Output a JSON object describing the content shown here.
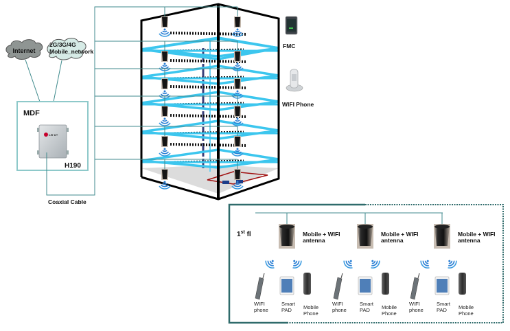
{
  "clouds": [
    {
      "label": "Internet",
      "fill": "#8f9593"
    },
    {
      "label_line1": "2G/3G/4G",
      "label_line2": "Mobile_network",
      "fill": "#d6ebe6"
    }
  ],
  "mdf": {
    "title": "MDF",
    "device_label": "H190",
    "device_brand": "LG U+",
    "cable_label": "Coaxial Cable"
  },
  "legend_devices": [
    {
      "label": "FMC",
      "icon": "fmc-smartphone-icon"
    },
    {
      "label": "WIFI Phone",
      "icon": "wifi-desk-phone-icon"
    }
  ],
  "building": {
    "floors": 6,
    "antennas_per_floor": 2
  },
  "floor_detail": {
    "floor_label_main": "1",
    "floor_label_sup": "st",
    "floor_label_suffix": " fl",
    "antenna_groups": [
      {
        "antenna_label_line1": "Mobile + WIFI",
        "antenna_label_line2": "antenna",
        "devices": [
          {
            "line1": "WIFI",
            "line2": "phone",
            "icon": "wifi-phone-icon"
          },
          {
            "line1": "Smart",
            "line2": "PAD",
            "icon": "tablet-icon"
          },
          {
            "line1": "Mobile",
            "line2": "Phone",
            "icon": "mobile-phone-icon"
          }
        ]
      },
      {
        "antenna_label_line1": "Mobile + WIFI",
        "antenna_label_line2": "antenna",
        "devices": [
          {
            "line1": "WIFI",
            "line2": "phone",
            "icon": "wifi-phone-icon"
          },
          {
            "line1": "Smart",
            "line2": "PAD",
            "icon": "tablet-icon"
          },
          {
            "line1": "Mobile",
            "line2": "Phone",
            "icon": "mobile-phone-icon"
          }
        ]
      },
      {
        "antenna_label_line1": "Mobile + WIFI",
        "antenna_label_line2": "antenna",
        "devices": [
          {
            "line1": "WIFI",
            "line2": "phone",
            "icon": "wifi-phone-icon"
          },
          {
            "line1": "Smart",
            "line2": "PAD",
            "icon": "tablet-icon"
          },
          {
            "line1": "Mobile",
            "line2": "Phone",
            "icon": "mobile-phone-icon"
          }
        ]
      }
    ]
  },
  "colors": {
    "cable": "#3f8a8c",
    "mdf_border": "#8ec9ca",
    "floor_ring": "#3cc6ee",
    "building_edge": "#000000",
    "panel_border": "#2f6b6b",
    "signal": "#2a7fd4"
  }
}
